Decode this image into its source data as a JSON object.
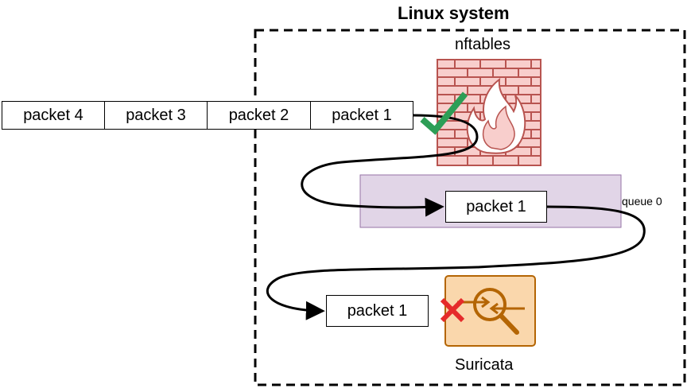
{
  "system_label": "Linux system",
  "firewall": {
    "label": "nftables"
  },
  "queue": {
    "label": "queue 0",
    "packet": "packet 1"
  },
  "ids": {
    "label": "Suricata",
    "packet": "packet 1"
  },
  "stream": [
    "packet 4",
    "packet 3",
    "packet 2",
    "packet 1"
  ],
  "colors": {
    "wall_fill": "#f8cecc",
    "wall_stroke": "#b85450",
    "queue_fill": "#e1d5e7",
    "queue_stroke": "#9673a6",
    "ids_fill": "#fad7ac",
    "ids_stroke": "#b46504",
    "accept": "#2d9e56",
    "drop": "#e52b2b"
  },
  "icons": {
    "firewall": "brick-wall-flame-icon",
    "accept": "checkmark-icon",
    "drop": "x-mark-icon",
    "ids": "magnifier-arrows-icon"
  }
}
